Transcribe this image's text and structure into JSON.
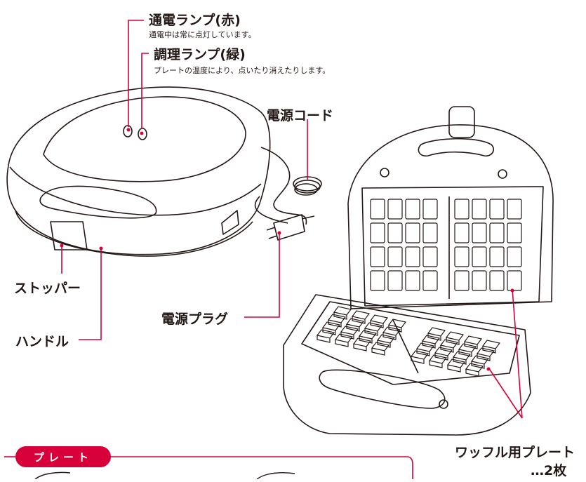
{
  "labels": {
    "power_lamp_title": "通電ランプ(赤)",
    "power_lamp_desc": "通電中は常に点灯しています。",
    "cook_lamp_title": "調理ランプ(緑)",
    "cook_lamp_desc": "プレートの温度により、点いたり消えたりします。",
    "power_cord": "電源コード",
    "stopper": "ストッパー",
    "power_plug": "電源プラグ",
    "handle": "ハンドル",
    "waffle_plate_line1": "ワッフル用プレート",
    "waffle_plate_line2": "…2枚"
  },
  "section_tag": "プレート",
  "colors": {
    "leader_red": "#d7003a",
    "line": "#231815",
    "tag_bg": "#d7003a"
  }
}
